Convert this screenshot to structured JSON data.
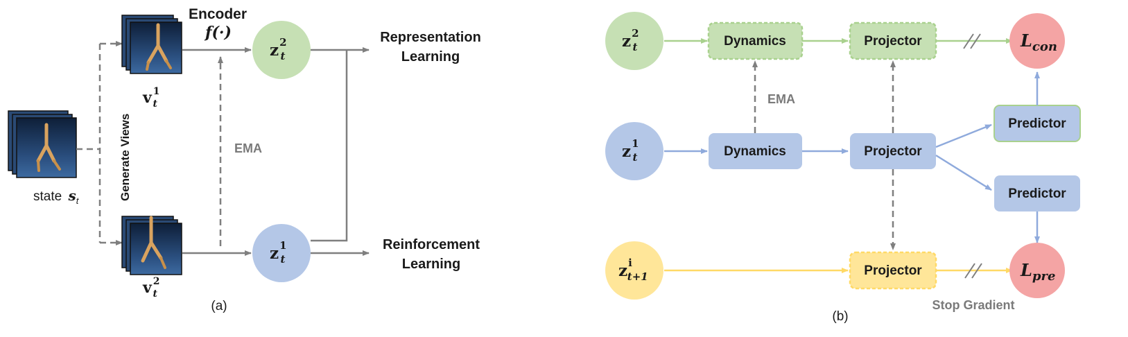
{
  "panel_a": {
    "caption": "(a)",
    "state_label_text": "state",
    "state_label_math": "s",
    "state_label_sub": "t",
    "generate_views": "Generate Views",
    "encoder_title": "Encoder",
    "encoder_math": "f(·)",
    "view1_label": "v",
    "view1_sub": "t",
    "view1_sup": "1",
    "view2_label": "v",
    "view2_sub": "t",
    "view2_sup": "2",
    "z_top_label": "z",
    "z_top_sub": "t",
    "z_top_sup": "2",
    "z_bottom_label": "z",
    "z_bottom_sub": "t",
    "z_bottom_sup": "1",
    "ema": "EMA",
    "rep_learning_line1": "Representation",
    "rep_learning_line2": "Learning",
    "rl_line1": "Reinforcement",
    "rl_line2": "Learning"
  },
  "panel_b": {
    "caption": "(b)",
    "z_green": {
      "label": "z",
      "sub": "t",
      "sup": "2"
    },
    "z_blue": {
      "label": "z",
      "sub": "t",
      "sup": "1"
    },
    "z_yellow": {
      "label": "z",
      "sub": "t+1",
      "sup": "i"
    },
    "dynamics_green": "Dynamics",
    "projector_green": "Projector",
    "dynamics_blue": "Dynamics",
    "projector_blue": "Projector",
    "projector_yellow": "Projector",
    "predictor_top": "Predictor",
    "predictor_bottom": "Predictor",
    "ema": "EMA",
    "loss_con": {
      "main": "L",
      "sub": "con"
    },
    "loss_pre": {
      "main": "L",
      "sub": "pre"
    },
    "stop_gradient": "Stop Gradient"
  },
  "colors": {
    "green_fill": "#c6e0b4",
    "green_stroke": "#a9d18e",
    "blue_fill": "#b4c7e7",
    "blue_stroke": "#8faadc",
    "yellow_fill": "#ffe699",
    "yellow_stroke": "#ffd966",
    "red_fill": "#f4a4a4",
    "arrow_gray": "#7f7f7f",
    "image_dark": "#1f3a5f"
  }
}
